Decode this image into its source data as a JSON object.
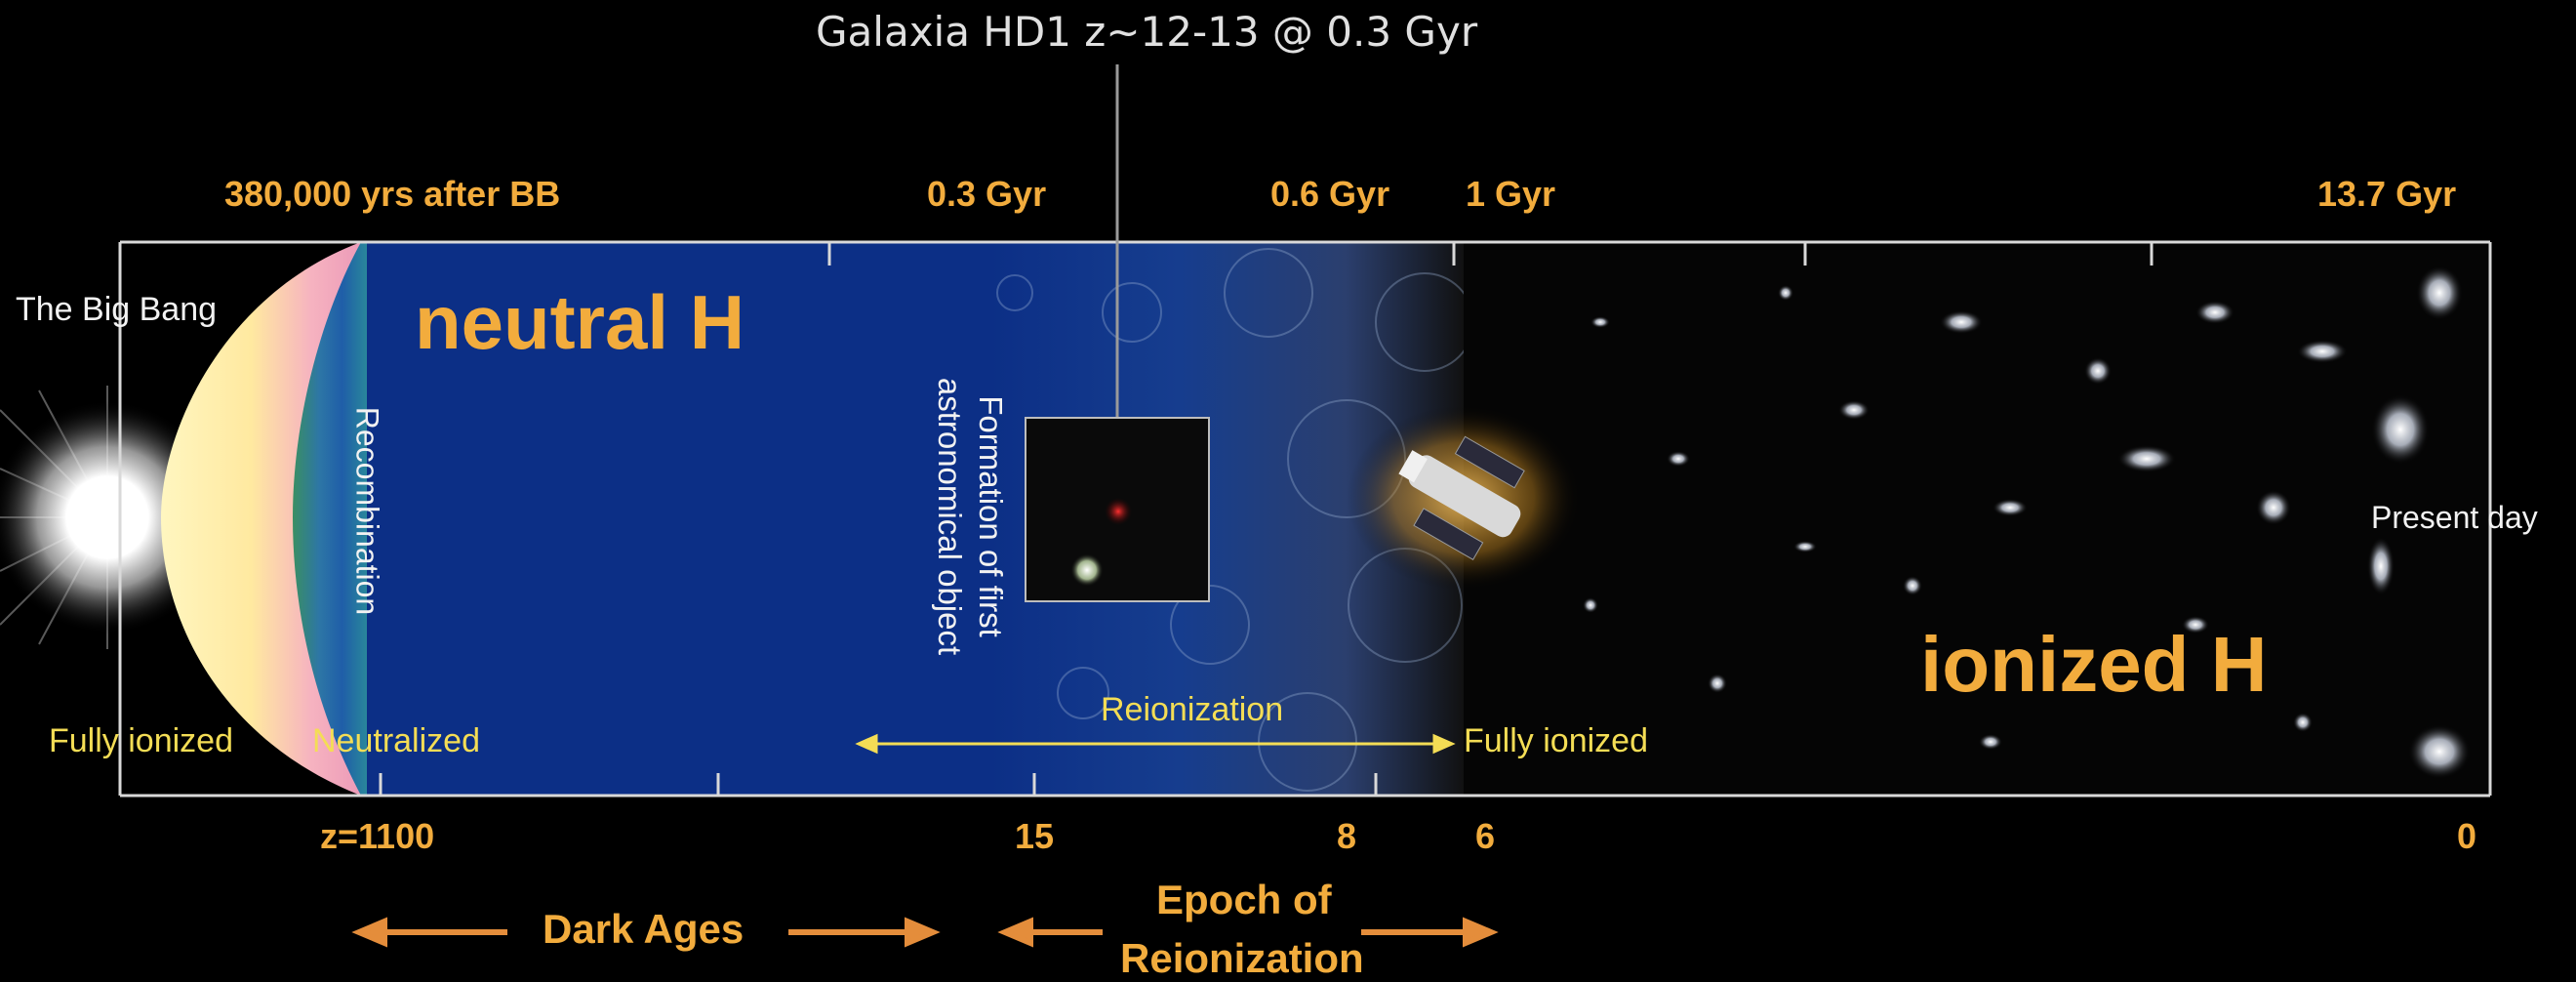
{
  "caption": "Galaxia HD1 z~12-13 @ 0.3 Gyr",
  "time_labels": {
    "t_380k": "380,000 yrs after BB",
    "t_03": "0.3 Gyr",
    "t_06": "0.6 Gyr",
    "t_1": "1 Gyr",
    "t_137": "13.7 Gyr"
  },
  "redshift_labels": {
    "z1100": "z=1100",
    "z15": "15",
    "z8": "8",
    "z6": "6",
    "z0": "0"
  },
  "region_labels": {
    "big_bang": "The Big Bang",
    "recombination": "Recombination",
    "neutral_h": "neutral H",
    "formation_line1": "Formation of first",
    "formation_line2": "astronomical object",
    "reionization": "Reionization",
    "fully_ionized_left": "Fully ionized",
    "neutralized": "Neutralized",
    "fully_ionized_right": "Fully ionized",
    "present_day": "Present day",
    "ionized_h": "ionized H"
  },
  "eras": {
    "dark_ages": "Dark Ages",
    "epoch_line1": "Epoch of",
    "epoch_line2": "Reionization"
  },
  "colors": {
    "timeline_orange": "#f2ac3d",
    "reionization_yellow": "#f4dd55",
    "neutral_blue": "#0c2f86",
    "background": "#000000"
  }
}
